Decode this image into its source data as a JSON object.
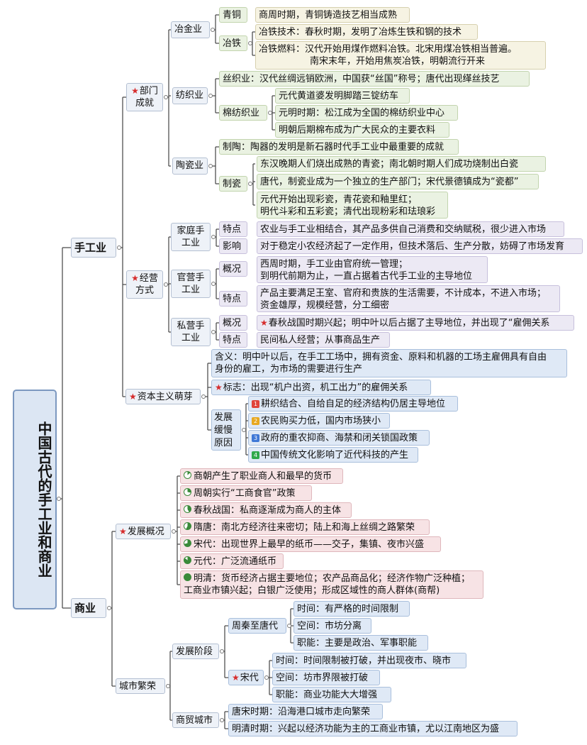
{
  "root": {
    "title": "中国古代的手工业和商业"
  },
  "handicraft": {
    "title": "手工业",
    "achievements": {
      "title": "部门成就",
      "metallurgy": {
        "title": "冶金业",
        "bronze": {
          "title": "青铜",
          "text": "商周时期，青铜铸造技艺相当成熟"
        },
        "iron": {
          "title": "冶铁",
          "tech": "冶铁技术：春秋时期，发明了冶炼生铁和钢的技术",
          "fuel1": "冶铁燃料：汉代开始用煤作燃料冶铁。北宋用煤冶铁相当普遍。",
          "fuel2": "南宋末年，开始用焦炭冶铁，明朝流行开来"
        }
      },
      "textile": {
        "title": "纺织业",
        "silk": "丝织业：汉代丝绸远销欧洲，中国获“丝国”称号；唐代出现缂丝技艺",
        "cotton": {
          "title": "棉纺织业",
          "i1": "元代黄道婆发明脚踏三锭纺车",
          "i2": "元明时期：松江成为全国的棉纺织业中心",
          "i3": "明朝后期棉布成为广大民众的主要衣料"
        }
      },
      "ceramics": {
        "title": "陶瓷业",
        "pottery": "制陶：陶器的发明是新石器时代手工业中最重要的成就",
        "porcelain": {
          "title": "制瓷",
          "i1": "东汉晚期人们烧出成熟的青瓷；南北朝时期人们成功烧制出白瓷",
          "i2": "唐代，制瓷业成为一个独立的生产部门；宋代景德镇成为“瓷都”",
          "i3a": "元代开始出现彩瓷，青花瓷和釉里红；",
          "i3b": "明代斗彩和五彩瓷；清代出现粉彩和珐琅彩"
        }
      }
    },
    "modes": {
      "title": "经营方式",
      "family": {
        "title": "家庭手工业",
        "trait_label": "特点",
        "trait": "农业与手工业相结合，其产品多供自己消费和交纳赋税，很少进入市场",
        "impact_label": "影响",
        "impact": "对于稳定小农经济起了一定作用，但技术落后、生产分散，妨碍了市场发育"
      },
      "official": {
        "title": "官营手工业",
        "overview_label": "概况",
        "overview1": "西周时期，手工业由官府统一管理；",
        "overview2": "到明代前期为止，一直占据着古代手工业的主导地位",
        "trait_label": "特点",
        "trait1": "产品主要满足王室、官府和贵族的生活需要，不计成本，不进入市场；",
        "trait2": "资金雄厚，规模经营，分工细密"
      },
      "private": {
        "title": "私营手工业",
        "overview_label": "概况",
        "overview": "春秋战国时期兴起；明中叶以后占据了主导地位，并出现了“雇佣关系",
        "trait_label": "特点",
        "trait": "民间私人经营；从事商品生产"
      }
    },
    "capitalism": {
      "title": "资本主义萌芽",
      "meaning1": "含义：明中叶以后，在手工工场中，拥有资金、原料和机器的工场主雇佣具有自由",
      "meaning2": "身份的雇工，为市场的需要进行生产",
      "sign": "标志：出现“机户出资，机工出力”的雇佣关系",
      "slow": {
        "title": "发展缓慢原因",
        "r1": "耕织结合、自给自足的经济结构仍居主导地位",
        "r2": "农民购买力低，国内市场狭小",
        "r3": "政府的重农抑商、海禁和闭关锁国政策",
        "r4": "中国传统文化影响了近代科技的产生"
      }
    }
  },
  "commerce": {
    "title": "商业",
    "development": {
      "title": "发展概况",
      "d1": "商朝产生了职业商人和最早的货币",
      "d2": "周朝实行“工商食官”政策",
      "d3": "春秋战国：私商逐渐成为商人的主体",
      "d4": "隋唐：南北方经济往来密切；陆上和海上丝绸之路繁荣",
      "d5": "宋代：出现世界上最早的纸币——交子，集镇、夜市兴盛",
      "d6": "元代：广泛流通纸币",
      "d7a": "明清：货币经济占据主要地位；农产品商品化；经济作物广泛种植；",
      "d7b": "工商业市镇兴起；白银广泛使用；形成区域性的商人群体(商帮)"
    },
    "cities": {
      "title": "城市繁荣",
      "stages": {
        "title": "发展阶段",
        "zhou_tang": {
          "title": "周秦至唐代",
          "time": "时间：有严格的时间限制",
          "space": "空间：市坊分离",
          "function": "职能：主要是政治、军事职能"
        },
        "song": {
          "title": "宋代",
          "time": "时间：时间限制被打破，并出现夜市、晓市",
          "space": "空间：坊市界限被打破",
          "function": "职能：商业功能大大增强"
        }
      },
      "trade": {
        "title": "商贸城市",
        "tang_song": "唐宋时期：沿海港口城市走向繁荣",
        "ming_qing": "明清时期：兴起以经济功能为主的工商业市镇，尤以江南地区为盛"
      }
    }
  },
  "colors": {
    "line": "#444444",
    "star": "#d62c2c",
    "badge1": "#e0443a",
    "badge2": "#e8a820",
    "badge3": "#3f78d6",
    "badge4": "#2fa84a"
  },
  "icons": [
    "star-icon",
    "number-badge-icon",
    "pie-progress-icon",
    "collapse-dot-icon"
  ]
}
